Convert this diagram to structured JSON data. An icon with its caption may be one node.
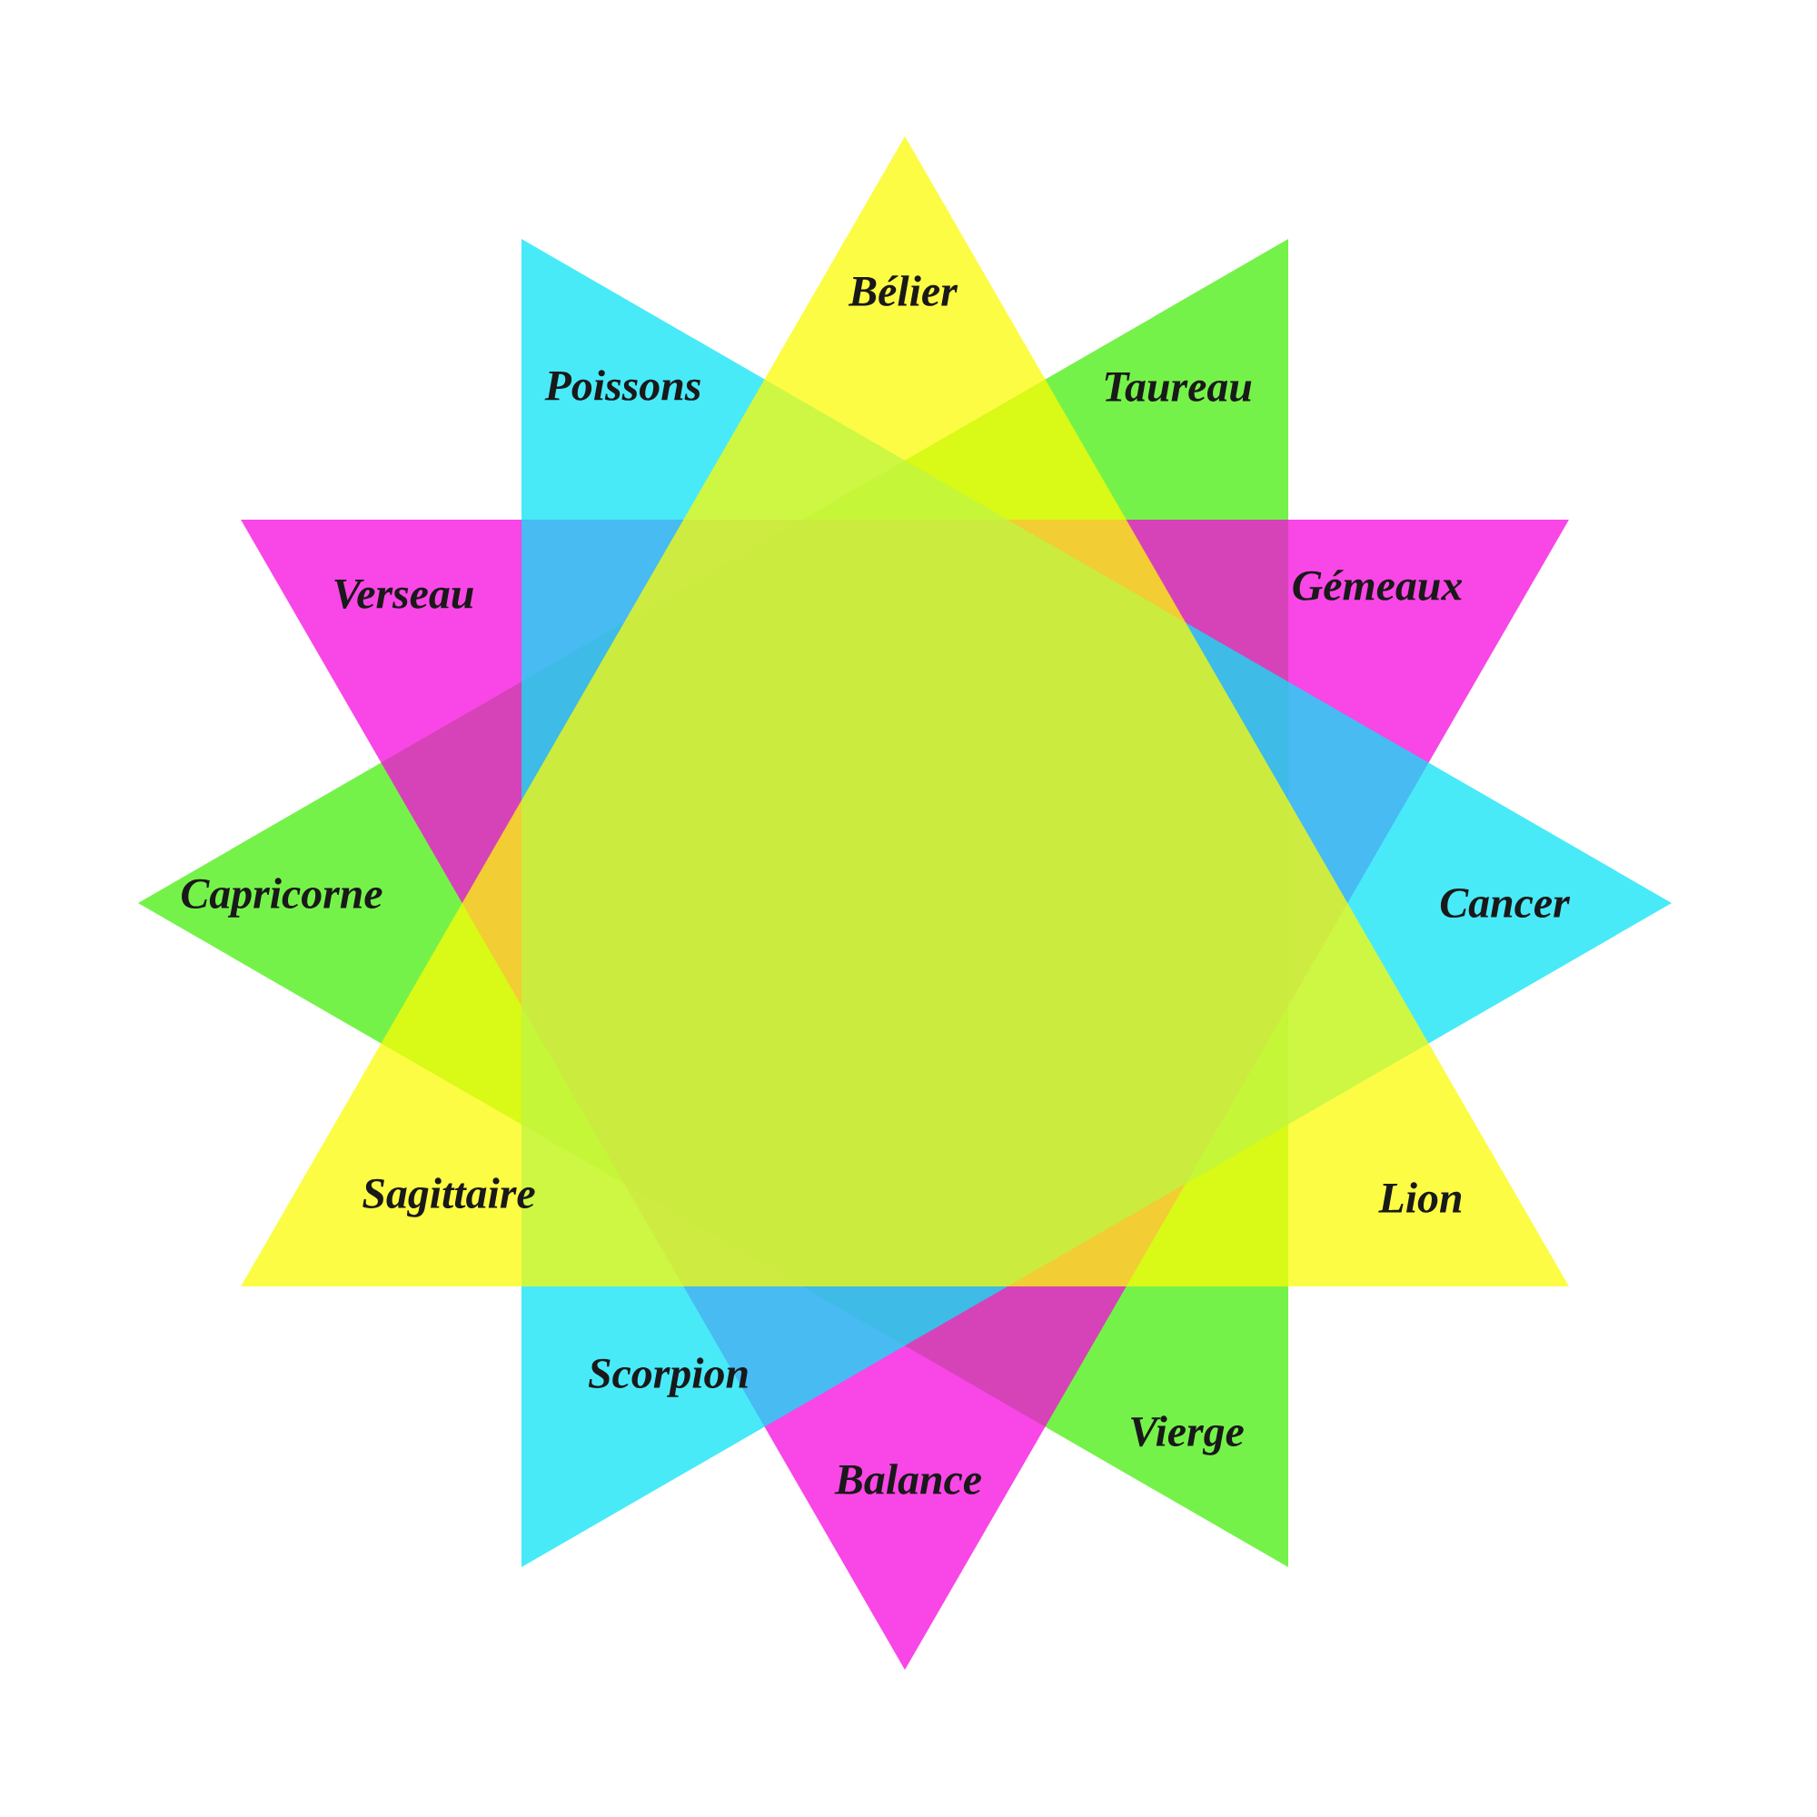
{
  "diagram": {
    "nodes": [
      {
        "text": [
          "Bélier",
          "Sagittaire",
          "Lion"
        ]
      },
      {
        "text": [
          "Poissons",
          "Cancer",
          "Scorpion"
        ]
      },
      {
        "text": [
          "Taureau",
          "Capricorne",
          "Vierge"
        ]
      },
      {
        "text": [
          "Verseau",
          "Gémeaux",
          "Balance"
        ]
      }
    ]
  }
}
